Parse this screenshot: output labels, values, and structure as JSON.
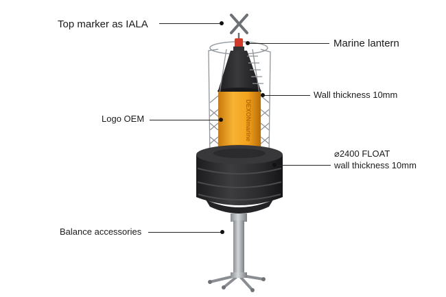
{
  "callouts": {
    "top_marker": "Top marker as IALA",
    "marine_lantern": "Marine lantern",
    "wall_thickness": "Wall thickness 10mm",
    "logo_oem": "Logo OEM",
    "float_line1": "⌀2400 FLOAT",
    "float_line2": "wall thickness 10mm",
    "balance": "Balance accessories"
  },
  "body_logo": "DEXONmarine",
  "colors": {
    "orange": "#f2a21c",
    "float_dark": "#2d2d2f",
    "cone_dark": "#2a2a2c",
    "steel": "#b8bcc0"
  }
}
